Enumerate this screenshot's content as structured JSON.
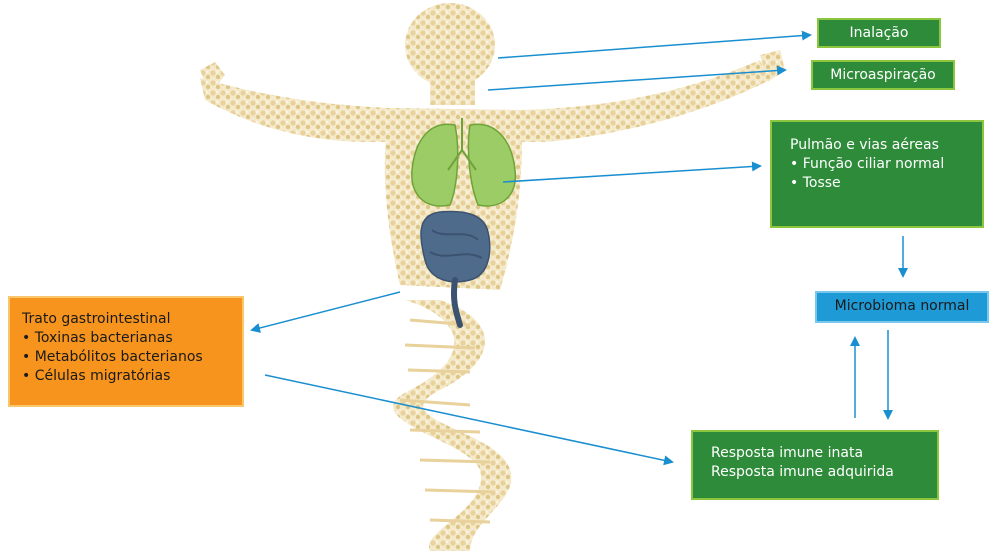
{
  "boxes": {
    "inhalation": {
      "text": "Inalação"
    },
    "microaspiration": {
      "text": "Microaspiração"
    },
    "lungs": {
      "title": "Pulmão e vias aéreas",
      "items": [
        "• Função ciliar normal",
        "• Tosse"
      ]
    },
    "microbiome": {
      "text": "Microbioma normal"
    },
    "gut": {
      "title": "Trato gastrointestinal",
      "items": [
        "• Toxinas bacterianas",
        "• Metabólitos bacterianos",
        "• Células migratórias"
      ]
    },
    "immune": {
      "lines": [
        "Resposta imune inata",
        "Resposta imune adquirida"
      ]
    }
  },
  "colors": {
    "green_box": "#2e8b3a",
    "green_border": "#8cc63f",
    "orange_box": "#f7941d",
    "blue_box": "#1e9ad6",
    "arrow": "#1a8fd0",
    "body_beads": "#e8d29a",
    "lungs": "#9ccc65",
    "gut": "#4f6b8c"
  }
}
